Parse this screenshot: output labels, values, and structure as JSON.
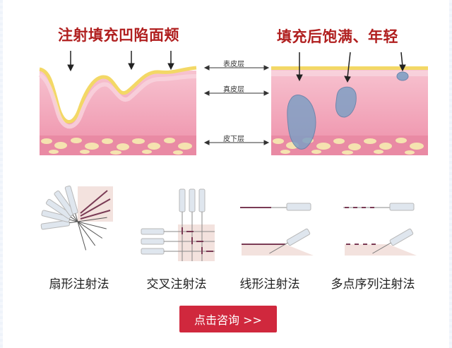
{
  "diagram": {
    "left_heading": "注射填充凹陷面颊",
    "right_heading": "填充后饱满、年轻",
    "layers": {
      "epidermis": "表皮层",
      "dermis": "真皮层",
      "subcutaneous": "皮下层"
    }
  },
  "techniques": [
    {
      "label": "扇形注射法"
    },
    {
      "label": "交叉注射法"
    },
    {
      "label": "线形注射法"
    },
    {
      "label": "多点序列注射法"
    }
  ],
  "cta": {
    "label": "点击咨询 >>"
  },
  "colors": {
    "heading": "#b01f1f",
    "dermis_pink": "#f2a0b8",
    "epidermis_yellow": "#f3d866",
    "fat_yellow": "#f5e3b0",
    "filler_blue": "#7f9fc4",
    "button": "#d0283d"
  }
}
